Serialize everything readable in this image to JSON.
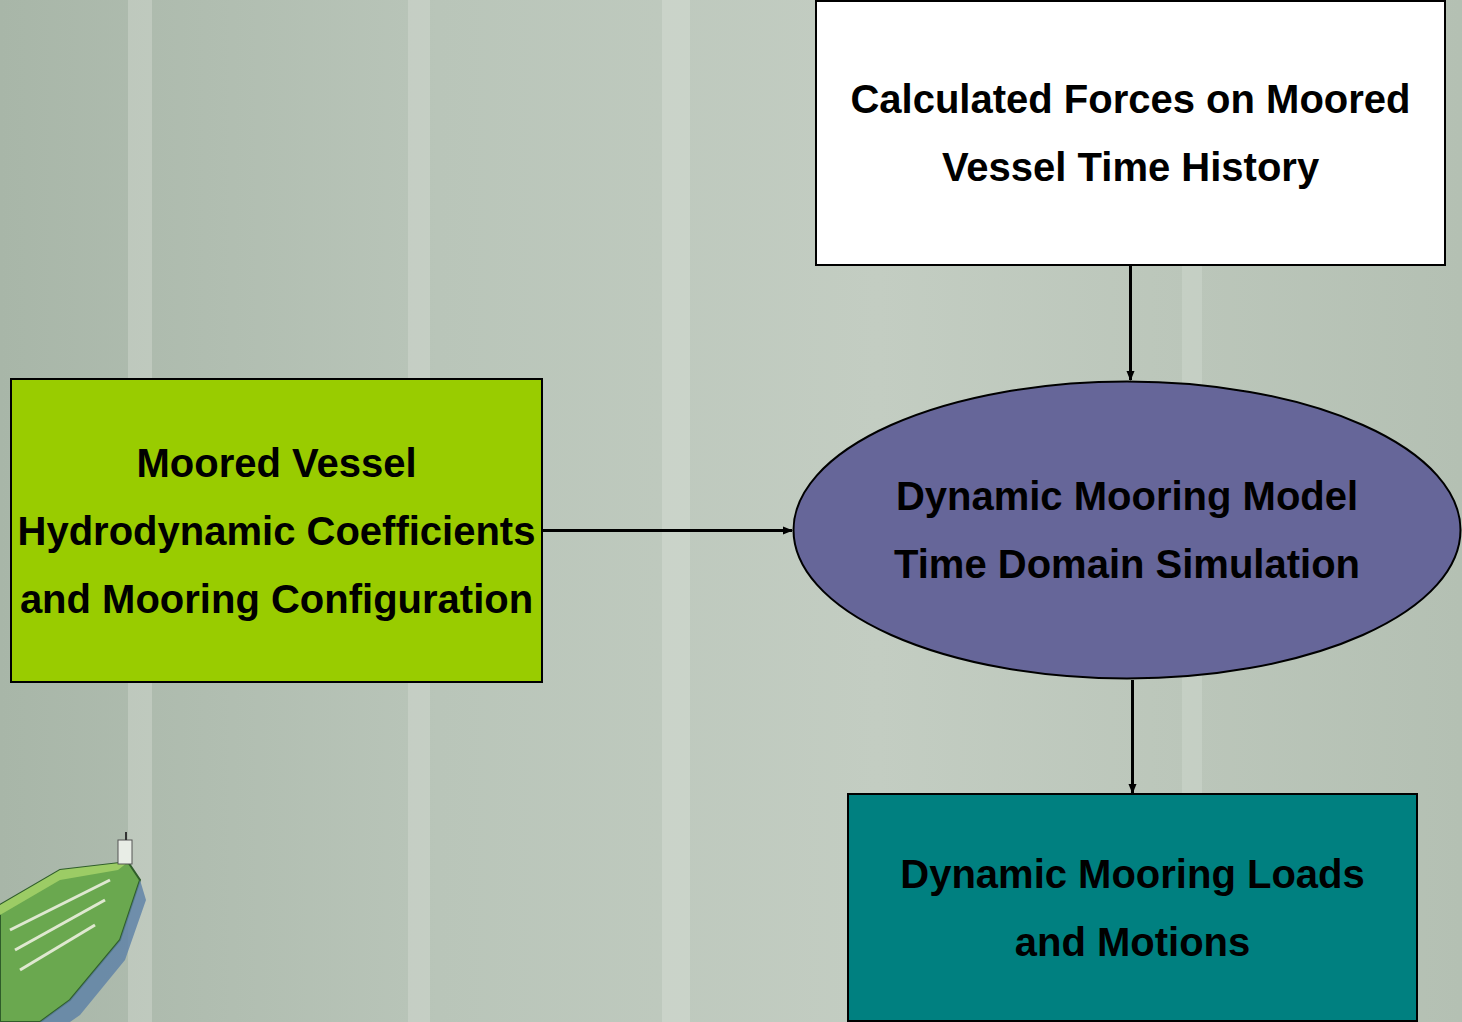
{
  "diagram": {
    "nodes": [
      {
        "text": [
          "Calculated Forces on Moored Vessel Time History"
        ]
      },
      {
        "text": [
          "Moored Vessel Hydrodynamic Coefficients and Mooring Configuration"
        ]
      },
      {
        "text": [
          "Dynamic Mooring Model Time Domain Simulation"
        ]
      },
      {
        "text": [
          "Dynamic Mooring Loads and Motions"
        ]
      }
    ],
    "edges": [
      {
        "from": 0,
        "to": 2,
        "arrow": "to"
      },
      {
        "from": 1,
        "to": 2,
        "arrow": "to"
      },
      {
        "from": 2,
        "to": 3,
        "arrow": "to"
      }
    ]
  }
}
